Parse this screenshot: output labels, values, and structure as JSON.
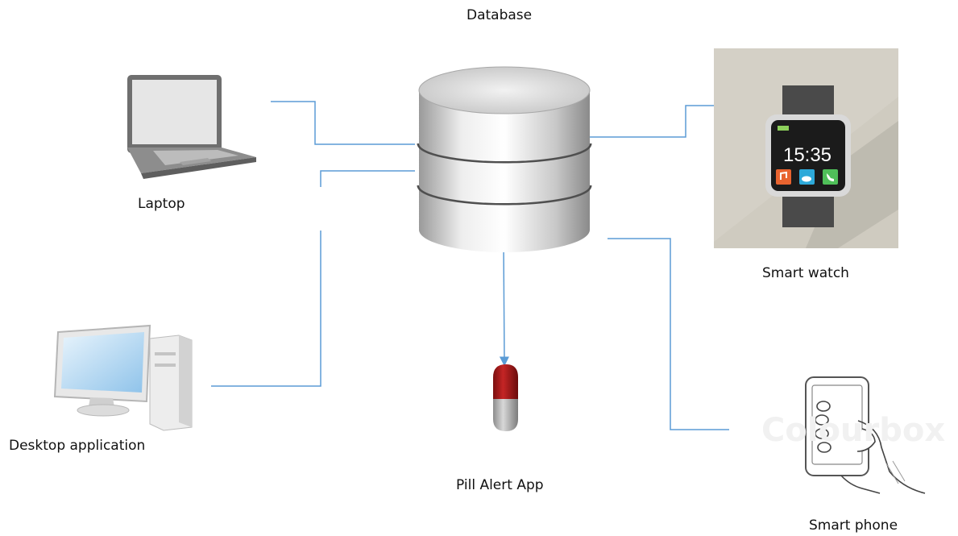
{
  "labels": {
    "database": "Database",
    "laptop": "Laptop",
    "smart_watch": "Smart watch",
    "desktop": "Desktop application",
    "pill": "Pill Alert App",
    "smart_phone": "Smart phone"
  },
  "watch": {
    "time": "15:35",
    "screen_color": "#1b1b1b",
    "band_color": "#4a4a4a",
    "bg_color": "#cfcbc0"
  },
  "watermark": "Colourbox",
  "colors": {
    "connector": "#5b9bd5",
    "pill_top": "#b01c1c",
    "pill_bottom": "#b8b8b8"
  }
}
